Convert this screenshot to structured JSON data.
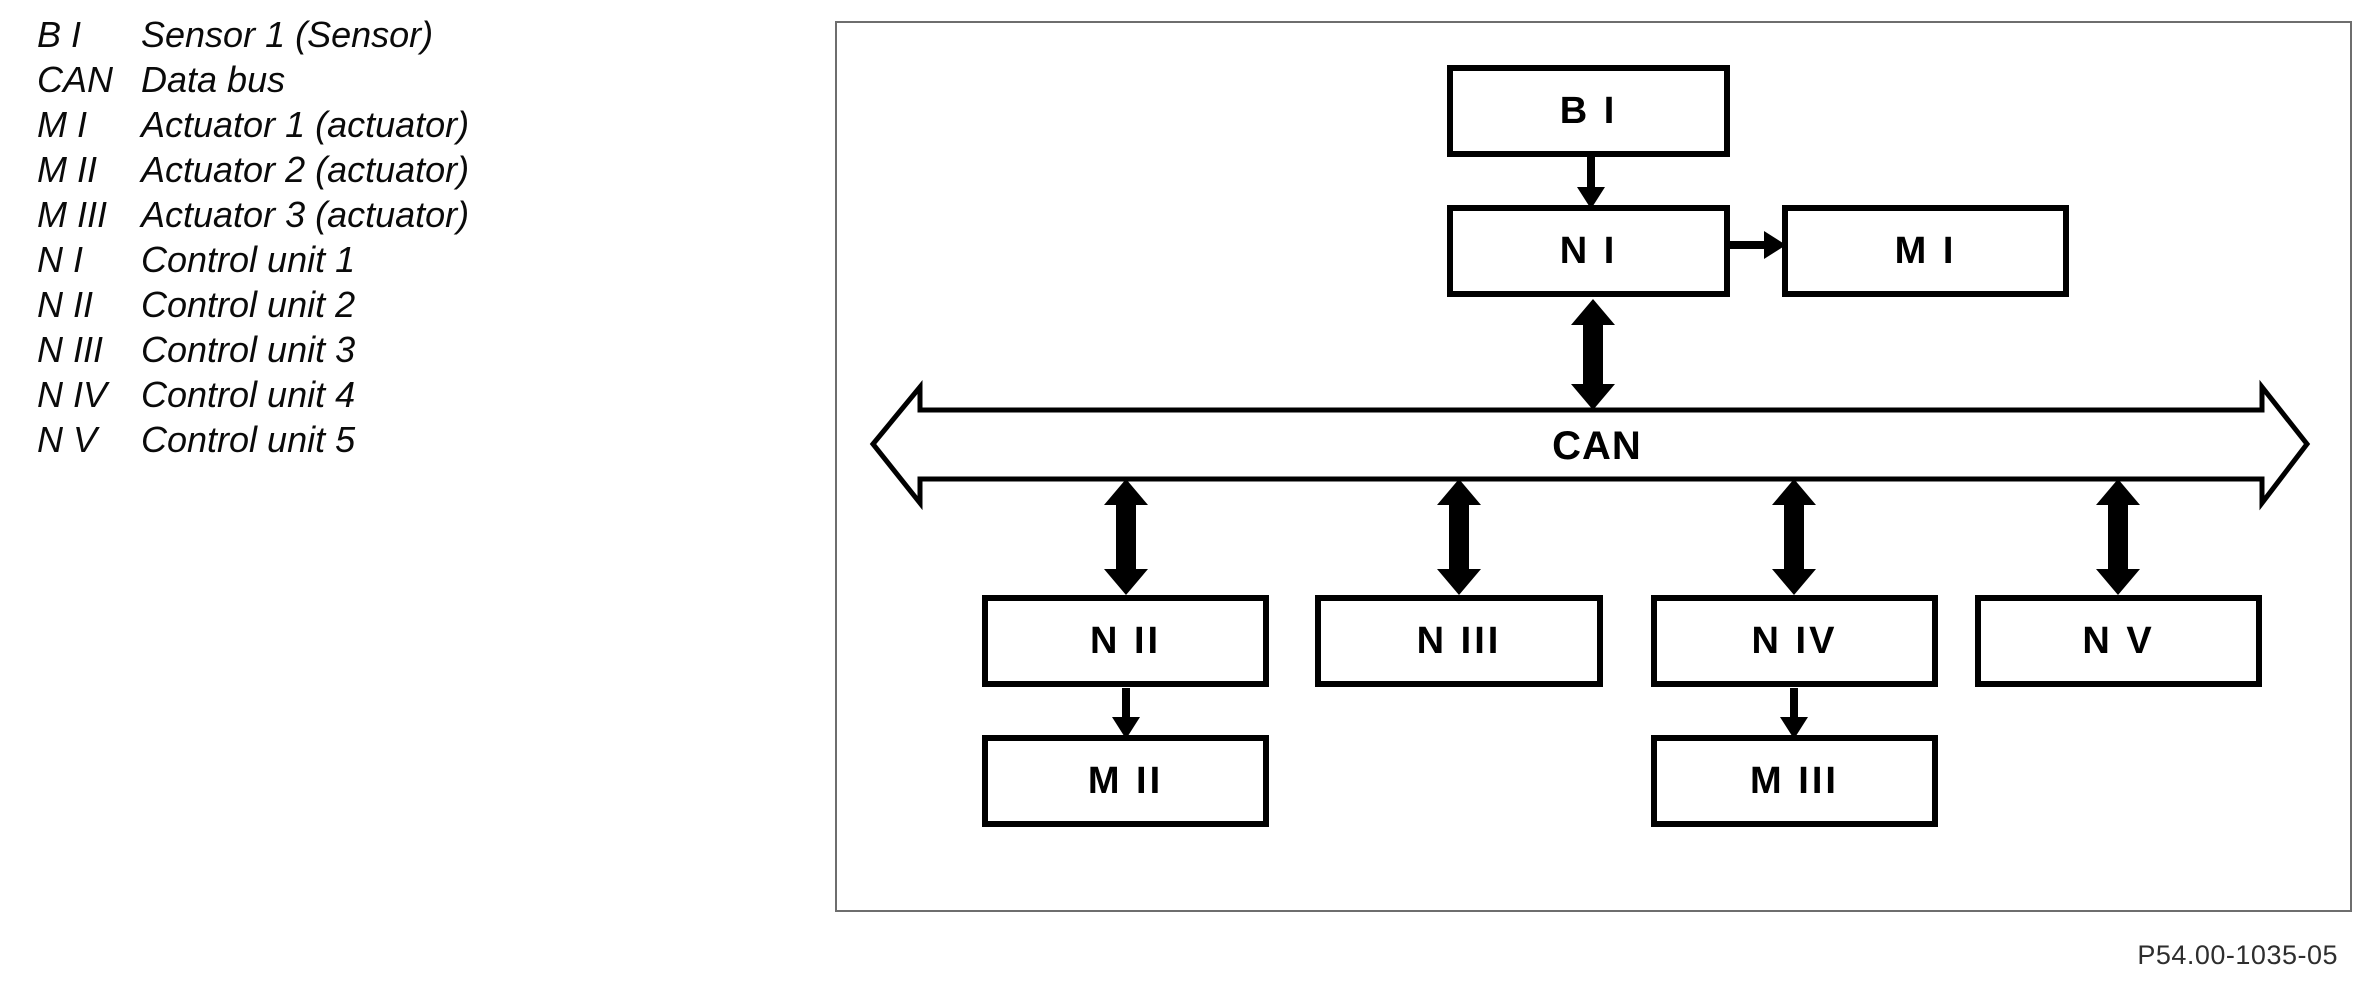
{
  "legend": {
    "items": [
      {
        "key": "B I",
        "desc": "Sensor 1 (Sensor)"
      },
      {
        "key": "CAN",
        "desc": "Data bus"
      },
      {
        "key": "M I",
        "desc": "Actuator 1 (actuator)"
      },
      {
        "key": "M II",
        "desc": "Actuator 2 (actuator)"
      },
      {
        "key": "M III",
        "desc": "Actuator 3 (actuator)"
      },
      {
        "key": "N I",
        "desc": "Control unit 1"
      },
      {
        "key": "N II",
        "desc": "Control unit 2"
      },
      {
        "key": "N III",
        "desc": "Control unit 3"
      },
      {
        "key": "N IV",
        "desc": "Control unit 4"
      },
      {
        "key": "N V",
        "desc": "Control unit 5"
      }
    ]
  },
  "diagram": {
    "bus_label": "CAN",
    "boxes": {
      "b1": "B I",
      "n1": "N I",
      "m1": "M I",
      "n2": "N II",
      "n3": "N III",
      "n4": "N IV",
      "n5": "N V",
      "m2": "M II",
      "m3": "M III"
    },
    "colors": {
      "line": "#000000",
      "box_fill": "#ffffff",
      "frame_border": "#6e6e6e"
    }
  },
  "footer": {
    "code": "P54.00-1035-05"
  }
}
